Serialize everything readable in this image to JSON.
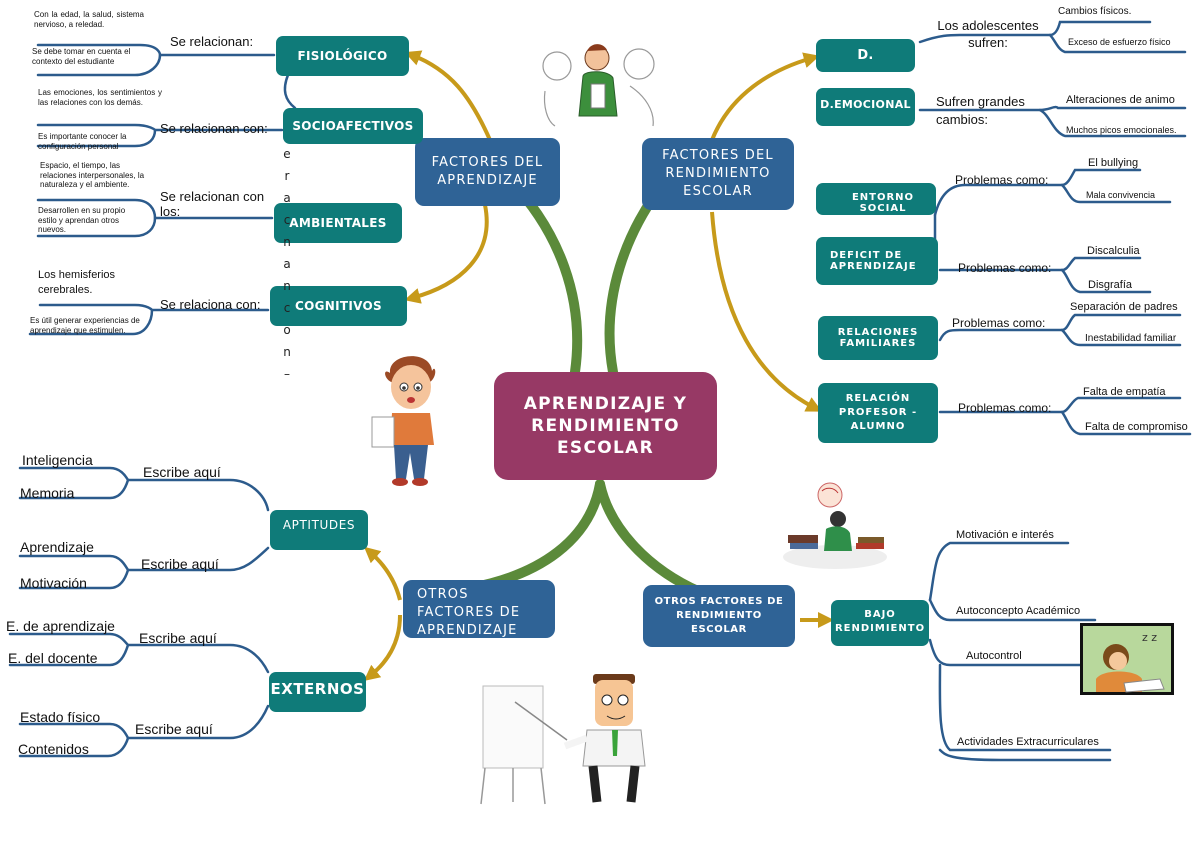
{
  "center": "APRENDIZAJE Y RENDIMIENTO ESCOLAR",
  "hubs": {
    "factores_aprendizaje": "FACTORES DEL APRENDIZAJE",
    "factores_rendimiento": "FACTORES DEL RENDIMIENTO ESCOLAR",
    "otros_aprendizaje": "OTROS FACTORES DE APRENDIZAJE",
    "otros_rendimiento": "OTROS FACTORES DE RENDIMIENTO ESCOLAR"
  },
  "aprendizaje": {
    "fisiologico": {
      "box": "FISIOLÓGICO",
      "label": "Se relacionan:",
      "note1": "Con la edad, la salud, sistema nervioso, a reledad.",
      "note2": "Se debe tomar en cuenta el contexto del estudiante"
    },
    "socioafectivos": {
      "box": "SOCIOAFECTIVOS",
      "label": "Se relacionan con:",
      "note1": "Las emociones, los sentimientos y las relaciones con los demás.",
      "note2": "Es importante conocer la configuración personal"
    },
    "ambientales": {
      "box": "AMBIENTALES",
      "label": "Se relacionan con los:",
      "note1": "Espacio, el tiempo, las relaciones interpersonales, la naturaleza y el ambiente.",
      "note2": "Desarrollen en su propio estilo y aprendan otros nuevos."
    },
    "cognitivos": {
      "box": "COGNITIVOS",
      "label": "Se relaciona con:",
      "note1": "Los hemisferios cerebrales.",
      "note2": "Es útil generar experiencias de aprendizaje que estimulen."
    },
    "vertical_text": "e r a c n a n c o n –"
  },
  "rendimiento": {
    "d": {
      "box": "D.",
      "label": "Los adolescentes sufren:",
      "items": [
        "Cambios físicos.",
        "Exceso de esfuerzo físico"
      ]
    },
    "emocional": {
      "box": "D.EMOCIONAL",
      "label": "Sufren grandes cambios:",
      "items": [
        "Alteraciones de animo",
        "Muchos picos emocionales."
      ]
    },
    "entorno": {
      "box": "ENTORNO SOCIAL",
      "label": "Problemas como:",
      "items": [
        "El bullying",
        "Mala convivencia"
      ]
    },
    "deficit": {
      "box": "DEFICIT DE APRENDIZAJE",
      "label": "Problemas como:",
      "items": [
        "Discalculia",
        "Disgrafía"
      ]
    },
    "familiares": {
      "box": "RELACIONES FAMILIARES",
      "label": "Problemas como:",
      "items": [
        "Separación de padres",
        "Inestabilidad familiar"
      ]
    },
    "profesor": {
      "box": "RELACIÓN PROFESOR - ALUMNO",
      "label": "Problemas como:",
      "items": [
        "Falta de empatía",
        "Falta de compromiso"
      ]
    }
  },
  "otros_aprendizaje": {
    "aptitudes": {
      "box": "APTITUDES",
      "label1": "Escribe aquí",
      "items1": [
        "Inteligencia",
        "Memoria"
      ],
      "label2": "Escribe aquí",
      "items2": [
        "Aprendizaje",
        "Motivación"
      ]
    },
    "externos": {
      "box": "EXTERNOS",
      "label1": "Escribe aquí",
      "items1": [
        "E. de aprendizaje",
        "E. del docente"
      ],
      "label2": "Escribe aquí",
      "items2": [
        "Estado físico",
        "Contenidos"
      ]
    }
  },
  "otros_rendimiento": {
    "box": "BAJO RENDIMIENTO",
    "items": [
      "Motivación e interés",
      "Autoconcepto Académico",
      "Autocontrol",
      "Actividades Extracurriculares"
    ]
  },
  "colors": {
    "teal": "#0f7b79",
    "blue": "#2f6396",
    "magenta": "#973965",
    "green": "#5b8a3a",
    "gold": "#c79a1a"
  }
}
